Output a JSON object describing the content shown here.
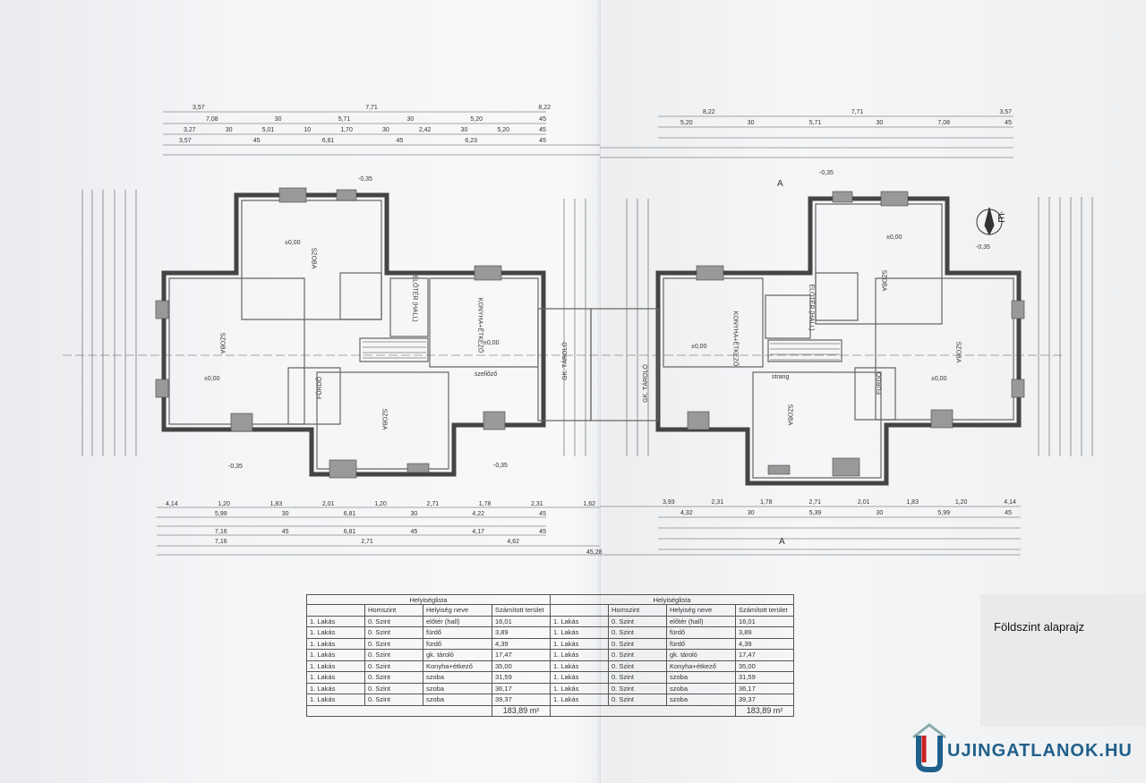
{
  "caption": "Földszint alaprajz",
  "brand": {
    "prefix": "U",
    "suffix": "UJINGATLANOK.HU",
    "accent": "#c22222",
    "color": "#1f5f8b"
  },
  "room_labels": {
    "szoba": "SZOBA",
    "konyha": "KONYHA+ÉTKEZŐ",
    "eloter": "ELŐTÉR (HALL)",
    "gk_tarolo": "GK. TÁROLÓ",
    "furdo": "FÜRDŐ",
    "level_0": "±0,00",
    "level_neg": "-0,35",
    "north": "É",
    "section": "A",
    "szellozo": "szellőző",
    "strang": "strang",
    "total_width": "45,28"
  },
  "dimensions": {
    "top_left_row1": [
      "3,57",
      "7,71",
      "8,22"
    ],
    "top_left_row2": [
      "7,08",
      "30",
      "5,71",
      "30",
      "5,20",
      "45"
    ],
    "top_left_row3": [
      "3,27",
      "30",
      "5,01",
      "10",
      "1,70",
      "30",
      "2,42",
      "30",
      "5,20",
      "45"
    ],
    "top_left_row4": [
      "3,57",
      "45",
      "6,81",
      "45",
      "6,23",
      "45"
    ],
    "top_right_row1": [
      "8,22",
      "7,71",
      "3,57"
    ],
    "top_right_row2": [
      "5,20",
      "30",
      "5,71",
      "30",
      "7,08",
      "45"
    ],
    "bottom_left_row1": [
      "4,14",
      "1,20",
      "1,83",
      "2,01",
      "1,20",
      "2,71",
      "1,78",
      "2,31",
      "1,62"
    ],
    "bottom_left_row2": [
      "5,99",
      "30",
      "6,81",
      "30",
      "4,22",
      "45"
    ],
    "bottom_left_row3": [
      "7,16",
      "45",
      "6,81",
      "45",
      "4,17",
      "45"
    ],
    "bottom_left_row4": [
      "7,16",
      "2,71",
      "4,62"
    ],
    "bottom_right_row1": [
      "3,93",
      "2,31",
      "1,78",
      "2,71",
      "2,01",
      "1,83",
      "1,20",
      "4,14"
    ],
    "bottom_right_row2": [
      "4,32",
      "30",
      "5,39",
      "30",
      "5,99",
      "45"
    ]
  },
  "schedule": {
    "caption": "Helyiséglista",
    "headers": [
      "",
      "Homszint",
      "Helyiség neve",
      "Számított terület"
    ],
    "rows": [
      [
        "1. Lakás",
        "0. Szint",
        "előtér (hall)",
        "16,01"
      ],
      [
        "1. Lakás",
        "0. Szint",
        "fürdő",
        "3,89"
      ],
      [
        "1. Lakás",
        "0. Szint",
        "fürdő",
        "4,39"
      ],
      [
        "1. Lakás",
        "0. Szint",
        "gk. tároló",
        "17,47"
      ],
      [
        "1. Lakás",
        "0. Szint",
        "Konyha+étkező",
        "35,00"
      ],
      [
        "1. Lakás",
        "0. Szint",
        "szoba",
        "31,59"
      ],
      [
        "1. Lakás",
        "0. Szint",
        "szoba",
        "36,17"
      ],
      [
        "1. Lakás",
        "0. Szint",
        "szoba",
        "39,37"
      ]
    ],
    "total": "183,89 m²"
  }
}
